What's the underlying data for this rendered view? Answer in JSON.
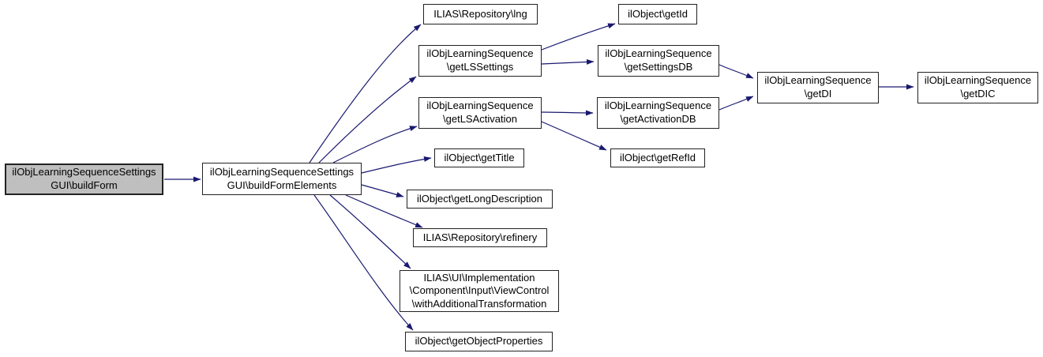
{
  "diagram": {
    "type": "call-graph",
    "colors": {
      "edge": "#191970",
      "node_border": "#222222",
      "node_fill": "#ffffff",
      "highlight_fill": "#bfbfbf",
      "background": "#ffffff"
    },
    "nodes": [
      {
        "id": "buildForm",
        "label": "ilObjLearningSequenceSettings\nGUI\\buildForm",
        "highlighted": true
      },
      {
        "id": "buildFormElements",
        "label": "ilObjLearningSequenceSettings\nGUI\\buildFormElements",
        "highlighted": false
      },
      {
        "id": "lng",
        "label": "ILIAS\\Repository\\lng",
        "highlighted": false
      },
      {
        "id": "getLSSettings",
        "label": "ilObjLearningSequence\n\\getLSSettings",
        "highlighted": false
      },
      {
        "id": "getId",
        "label": "ilObject\\getId",
        "highlighted": false
      },
      {
        "id": "getSettingsDB",
        "label": "ilObjLearningSequence\n\\getSettingsDB",
        "highlighted": false
      },
      {
        "id": "getLSActivation",
        "label": "ilObjLearningSequence\n\\getLSActivation",
        "highlighted": false
      },
      {
        "id": "getActivationDB",
        "label": "ilObjLearningSequence\n\\getActivationDB",
        "highlighted": false
      },
      {
        "id": "getTitle",
        "label": "ilObject\\getTitle",
        "highlighted": false
      },
      {
        "id": "getRefId",
        "label": "ilObject\\getRefId",
        "highlighted": false
      },
      {
        "id": "getLongDescription",
        "label": "ilObject\\getLongDescription",
        "highlighted": false
      },
      {
        "id": "refinery",
        "label": "ILIAS\\Repository\\refinery",
        "highlighted": false
      },
      {
        "id": "withAdditionalTransformation",
        "label": "ILIAS\\UI\\Implementation\n\\Component\\Input\\ViewControl\n\\withAdditionalTransformation",
        "highlighted": false
      },
      {
        "id": "getObjectProperties",
        "label": "ilObject\\getObjectProperties",
        "highlighted": false
      },
      {
        "id": "getDI",
        "label": "ilObjLearningSequence\n\\getDI",
        "highlighted": false
      },
      {
        "id": "getDIC",
        "label": "ilObjLearningSequence\n\\getDIC",
        "highlighted": false
      }
    ],
    "edges": [
      {
        "from": "buildForm",
        "to": "buildFormElements"
      },
      {
        "from": "buildFormElements",
        "to": "lng"
      },
      {
        "from": "buildFormElements",
        "to": "getLSSettings"
      },
      {
        "from": "buildFormElements",
        "to": "getLSActivation"
      },
      {
        "from": "buildFormElements",
        "to": "getTitle"
      },
      {
        "from": "buildFormElements",
        "to": "getLongDescription"
      },
      {
        "from": "buildFormElements",
        "to": "refinery"
      },
      {
        "from": "buildFormElements",
        "to": "withAdditionalTransformation"
      },
      {
        "from": "buildFormElements",
        "to": "getObjectProperties"
      },
      {
        "from": "getLSSettings",
        "to": "getId"
      },
      {
        "from": "getLSSettings",
        "to": "getSettingsDB"
      },
      {
        "from": "getLSActivation",
        "to": "getActivationDB"
      },
      {
        "from": "getLSActivation",
        "to": "getRefId"
      },
      {
        "from": "getSettingsDB",
        "to": "getDI"
      },
      {
        "from": "getActivationDB",
        "to": "getDI"
      },
      {
        "from": "getDI",
        "to": "getDIC"
      }
    ]
  }
}
